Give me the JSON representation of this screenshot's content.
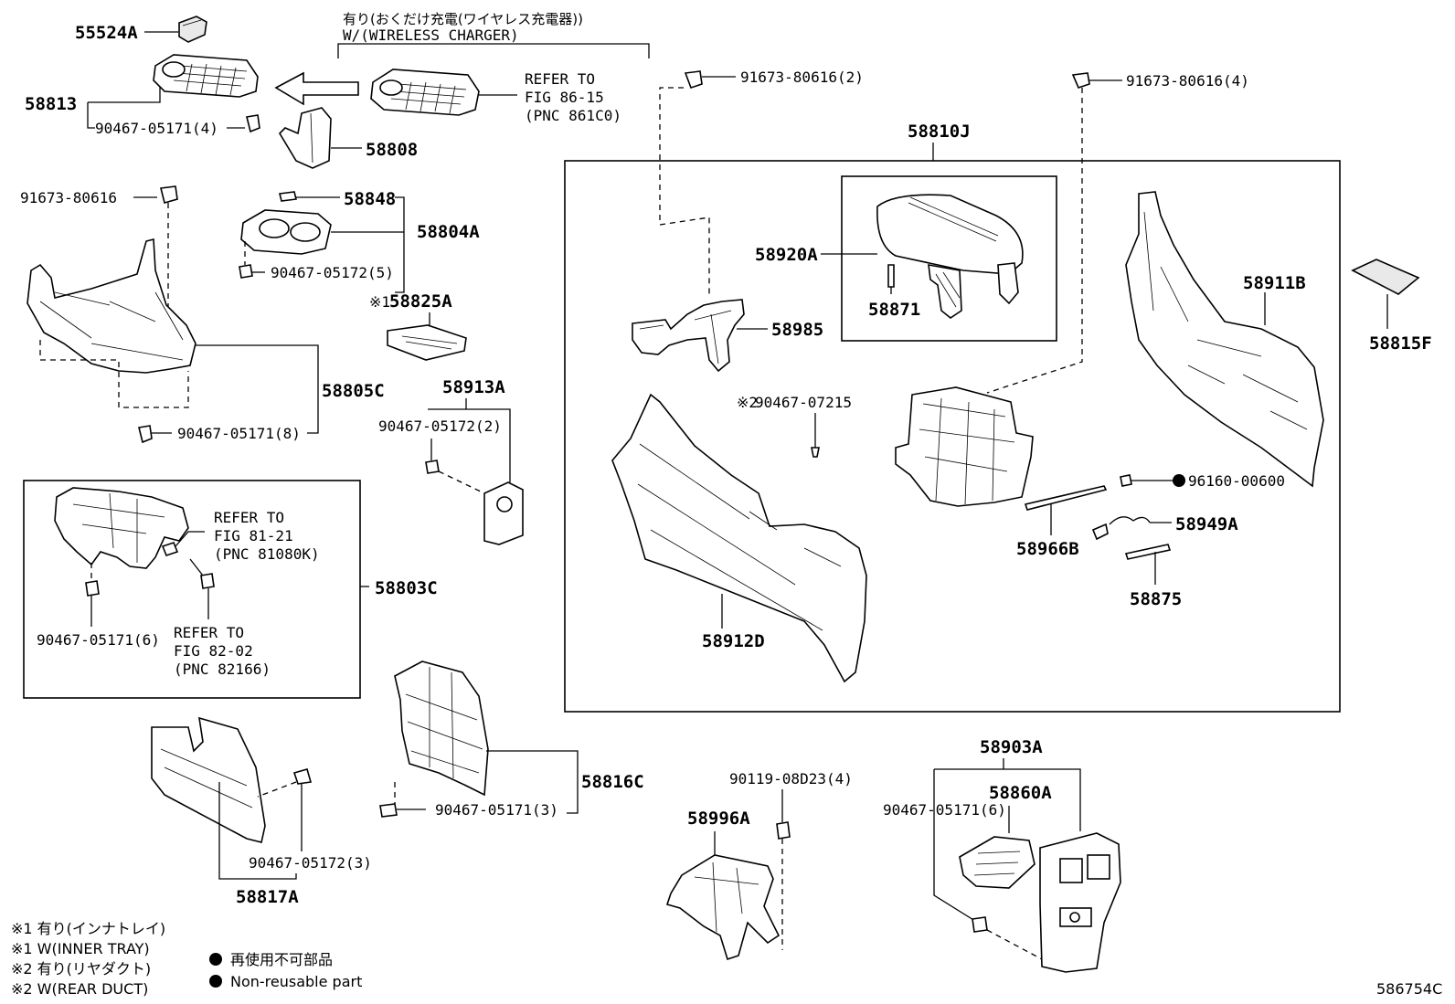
{
  "header": {
    "jp_note": "有り(おくだけ充電(ワイヤレス充電器))",
    "en_note": "W/(WIRELESS CHARGER)"
  },
  "labels": {
    "p55524A": "55524A",
    "p58813": "58813",
    "p90467_05171_4": "90467-05171(4)",
    "p58808": "58808",
    "ref1_l1": "REFER TO",
    "ref1_l2": "FIG 86-15",
    "ref1_l3": "(PNC 861C0)",
    "p91673_80616_2": "91673-80616(2)",
    "p91673_80616_4": "91673-80616(4)",
    "p58810J": "58810J",
    "p91673_80616": "91673-80616",
    "p58848": "58848",
    "p58804A": "58804A",
    "p90467_05172_5": "90467-05172(5)",
    "p58825A": "58825A",
    "p58825A_mark": "※1",
    "p58805C": "58805C",
    "p90467_05171_8": "90467-05171(8)",
    "p58913A": "58913A",
    "p90467_05172_2": "90467-05172(2)",
    "p58920A": "58920A",
    "p58871": "58871",
    "p58985": "58985",
    "p58911B": "58911B",
    "p58815F": "58815F",
    "p90467_07215": "90467-07215",
    "p90467_07215_mark": "※2",
    "p96160_00600": "96160-00600",
    "p58949A": "58949A",
    "p58966B": "58966B",
    "p58875": "58875",
    "p58912D": "58912D",
    "ref2_l1": "REFER TO",
    "ref2_l2": "FIG 81-21",
    "ref2_l3": "(PNC 81080K)",
    "p58803C": "58803C",
    "p90467_05171_6a": "90467-05171(6)",
    "ref3_l1": "REFER TO",
    "ref3_l2": "FIG 82-02",
    "ref3_l3": "(PNC 82166)",
    "p58816C": "58816C",
    "p90467_05171_3": "90467-05171(3)",
    "p90119_08D23_4": "90119-08D23(4)",
    "p58996A": "58996A",
    "p58903A": "58903A",
    "p58860A": "58860A",
    "p90467_05171_6b": "90467-05171(6)",
    "p90467_05172_3": "90467-05172(3)",
    "p58817A": "58817A"
  },
  "footnotes": {
    "n1_jp": "※1 有り(インナトレイ)",
    "n1_en": "※1 W(INNER TRAY)",
    "n2_jp": "※2 有り(リヤダクト)",
    "n2_en": "※2 W(REAR DUCT)",
    "legend_jp": "再使用不可部品",
    "legend_en": "Non-reusable part"
  },
  "figure_id": "586754C"
}
